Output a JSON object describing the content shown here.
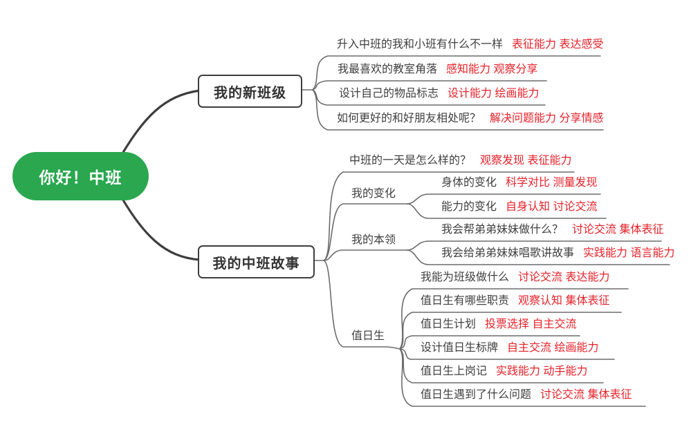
{
  "root": {
    "label": "你好！中班"
  },
  "colors": {
    "root_bg": "#2aa74f",
    "tag_red": "#e62129",
    "text_dark": "#3f3f3f",
    "line_gray": "#6b6b6b",
    "main_line": "#3d3d3d"
  },
  "branches": {
    "new_class": {
      "label": "我的新班级",
      "leaves": [
        {
          "text": "升入中班的我和小班有什么不一样",
          "tags": "表征能力 表达感受"
        },
        {
          "text": "我最喜欢的教室角落",
          "tags": "感知能力 观察分享"
        },
        {
          "text": "设计自己的物品标志",
          "tags": "设计能力 绘画能力"
        },
        {
          "text": "如何更好的和好朋友相处呢？",
          "tags": "解决问题能力 分享情感"
        }
      ]
    },
    "story": {
      "label": "我的中班故事",
      "day_leaf": {
        "text": "中班的一天是怎么样的？",
        "tags": "观察发现 表征能力"
      },
      "changes": {
        "label": "我的变化",
        "leaves": [
          {
            "text": "身体的变化",
            "tags": "科学对比 测量发现"
          },
          {
            "text": "能力的变化",
            "tags": "自身认知 讨论交流"
          }
        ]
      },
      "skills": {
        "label": "我的本领",
        "leaves": [
          {
            "text": "我会帮弟弟妹妹做什么？",
            "tags": "讨论交流 集体表征"
          },
          {
            "text": "我会给弟弟妹妹唱歌讲故事",
            "tags": "实践能力 语言能力"
          }
        ]
      },
      "duty": {
        "label": "值日生",
        "leaves": [
          {
            "text": "我能为班级做什么",
            "tags": "讨论交流 表达能力"
          },
          {
            "text": "值日生有哪些职责",
            "tags": "观察认知 集体表征"
          },
          {
            "text": "值日生计划",
            "tags": "投票选择 自主交流"
          },
          {
            "text": "设计值日生标牌",
            "tags": "自主交流 绘画能力"
          },
          {
            "text": "值日生上岗记",
            "tags": "实践能力 动手能力"
          },
          {
            "text": "值日生遇到了什么问题",
            "tags": "讨论交流 集体表征"
          }
        ]
      }
    }
  }
}
